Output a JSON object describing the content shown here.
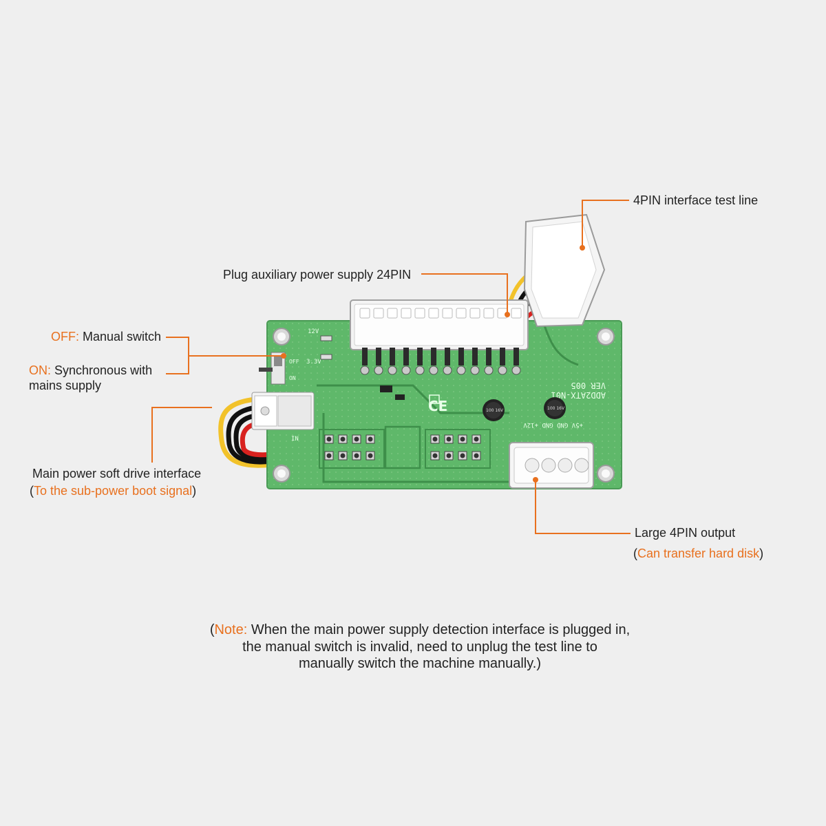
{
  "colors": {
    "background": "#efefef",
    "accent": "#e8701e",
    "pcb": "#5fb86a",
    "text": "#222222"
  },
  "labels": {
    "test_line": "4PIN interface test line",
    "aux_24pin": "Plug auxiliary power supply 24PIN",
    "off_prefix": "OFF:",
    "off_text": " Manual switch",
    "on_prefix": "ON:",
    "on_text": " Synchronous with",
    "on_text2": "mains supply",
    "main_power": "Main power soft drive interface",
    "sub_open": "(",
    "sub_text": "To the sub-power boot signal",
    "sub_close": ")",
    "large_4pin": "Large 4PIN output",
    "hdd_open": "(",
    "hdd_text": "Can transfer hard disk",
    "hdd_close": ")"
  },
  "note": {
    "open": "(",
    "prefix": "Note:",
    "line1_rest": " When the main power supply detection interface is plugged in,",
    "line2": "the manual switch is invalid, need to unplug the test line to",
    "line3": "manually switch the machine manually.)"
  },
  "board": {
    "silk_12v": "12V",
    "silk_33v": "3.3V",
    "silk_off": "OFF",
    "silk_on": "ON",
    "silk_in": "IN",
    "silk_ver": "VER 005",
    "silk_model": "ADD2ATX-N01",
    "silk_pins": "+5V  GND  GND  +12V",
    "cap_label": "100 16V"
  }
}
